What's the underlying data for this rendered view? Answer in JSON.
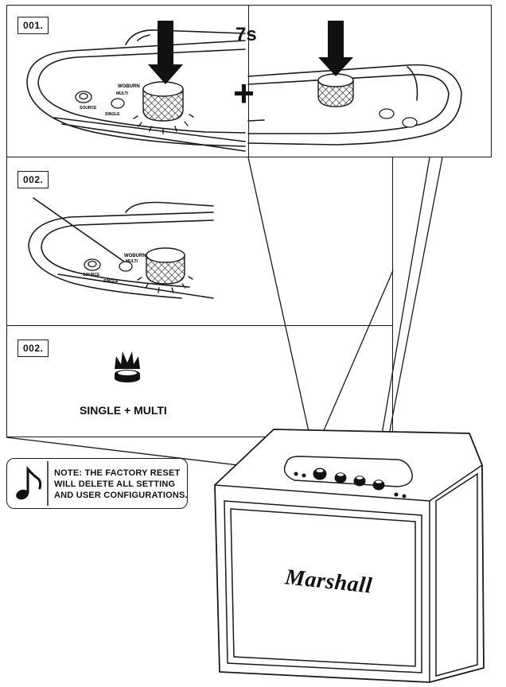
{
  "steps": {
    "step1": {
      "label": "001.",
      "duration": "7s",
      "plus": "+",
      "knob_brand": "WOBURN",
      "btn_multi": "MULTI",
      "btn_single": "SINGLE",
      "btn_source": "SOURCE"
    },
    "step2": {
      "label": "002.",
      "knob_brand": "WOBURN",
      "btn_multi": "MULTI",
      "btn_single": "SINGLE",
      "btn_source": "SOURCE"
    },
    "step3": {
      "label": "002.",
      "caption": "SINGLE + MULTI"
    }
  },
  "note": {
    "lines": [
      "NOTE: THE FACTORY RESET",
      "WILL DELETE ALL SETTING",
      "AND USER CONFIGURATIONS."
    ],
    "icon": "music-note-icon"
  },
  "speaker": {
    "brand": "Marshall"
  }
}
